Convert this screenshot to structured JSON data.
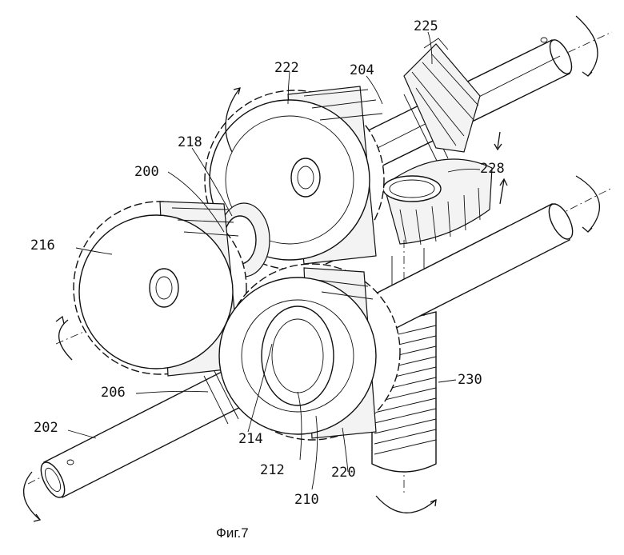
{
  "figure": {
    "caption": "Фиг.7",
    "labels": {
      "l200": "200",
      "l202": "202",
      "l204": "204",
      "l206": "206",
      "l210": "210",
      "l212": "212",
      "l214": "214",
      "l216": "216",
      "l218": "218",
      "l220": "220",
      "l222": "222",
      "l225": "225",
      "l228": "228",
      "l230": "230"
    }
  }
}
